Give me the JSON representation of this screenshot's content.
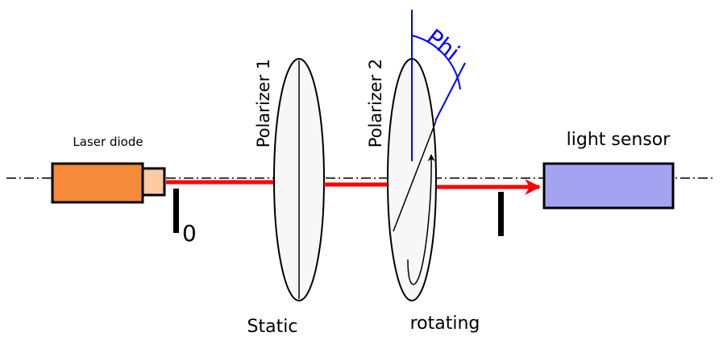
{
  "labels": {
    "laser": "Laser diode",
    "polarizer1": "Polarizer 1",
    "polarizer2": "Polarizer 2",
    "static": "Static",
    "rotating": "rotating",
    "sensor": "light sensor",
    "phi": "Phi",
    "intensity_in": "I",
    "intensity_in_sub": "0",
    "intensity_out": "I"
  },
  "colors": {
    "laser_body": "#f58a3a",
    "laser_tip": "#fbc9a2",
    "sensor": "#a3a3f2",
    "beam": "#ff0000",
    "angle": "#0000ff",
    "lens": "#f7f7f7"
  }
}
